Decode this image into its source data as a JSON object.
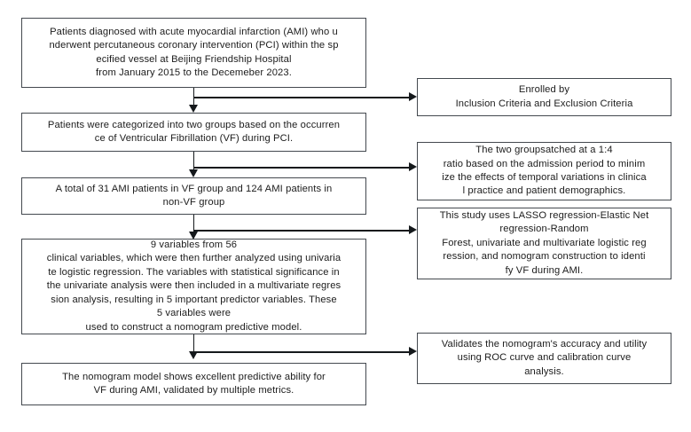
{
  "diagram": {
    "title": "Study flowchart for VF during AMI nomogram development",
    "stroke_color": "#44494f",
    "line_color": "#15191c",
    "background": "#ffffff",
    "text_color": "#1c1c1c"
  },
  "main_flow": [
    {
      "id": "n1",
      "text": "Patients diagnosed with acute myocardial infarction (AMI) who u\nnderwent percutaneous coronary intervention (PCI) within the sp\necified vessel at Beijing Friendship Hospital\nfrom January 2015 to the Decemeber 2023."
    },
    {
      "id": "n2",
      "text": "Patients were categorized into two groups based on the occurren\nce of Ventricular Fibrillation (VF) during PCI."
    },
    {
      "id": "n3",
      "text": "A total of 31 AMI patients in VF group and 124 AMI patients in\nnon-VF group"
    },
    {
      "id": "n4",
      "text": "9 variables from 56\nclinical variables, which were then further analyzed using univaria\nte logistic regression. The variables with statistical significance in\nthe univariate analysis were then included in a multivariate regres\nsion analysis, resulting in 5  important predictor variables. These\n5 variables were\nused to construct a nomogram predictive model."
    },
    {
      "id": "n5",
      "text": "The nomogram model shows excellent predictive ability for\nVF during AMI, validated by multiple metrics."
    }
  ],
  "side_notes": [
    {
      "id": "r1",
      "text": "Enrolled by\nInclusion Criteria and Exclusion Criteria"
    },
    {
      "id": "r2",
      "text": "The two groupsatched at a 1:4\nratio based on the admission period to minim\nize the effects of temporal variations in clinica\nl practice and patient demographics."
    },
    {
      "id": "r3",
      "text": "This study uses LASSO regression-Elastic Net\nregression-Random\nForest, univariate and multivariate logistic reg\nression, and nomogram construction to identi\nfy VF during AMI."
    },
    {
      "id": "r4",
      "text": "Validates the nomogram's accuracy and utility\nusing ROC curve and calibration curve\nanalysis."
    }
  ]
}
